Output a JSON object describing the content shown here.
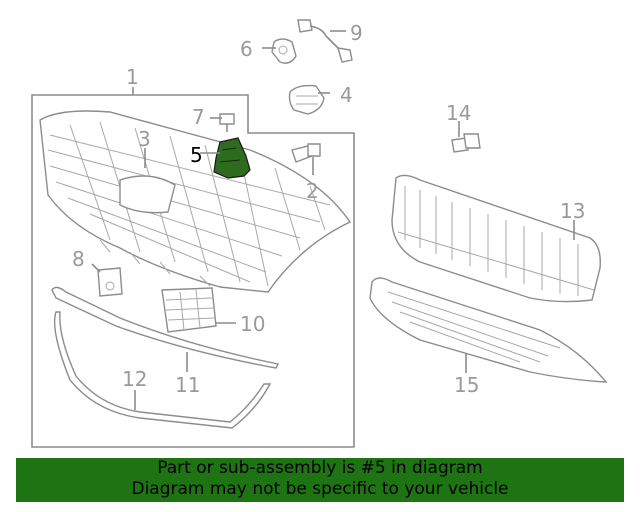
{
  "callouts": {
    "c1": "1",
    "c2": "2",
    "c3": "3",
    "c4": "4",
    "c5": "5",
    "c6": "6",
    "c7": "7",
    "c8": "8",
    "c9": "9",
    "c10": "10",
    "c11": "11",
    "c12": "12",
    "c13": "13",
    "c14": "14",
    "c15": "15"
  },
  "highlight": {
    "part": "5",
    "color": "#2e6b1e"
  },
  "banner": {
    "line1": "Part or sub-assembly is #5 in diagram",
    "line2": "Diagram may not be specific to your vehicle",
    "color": "#1e7312"
  }
}
